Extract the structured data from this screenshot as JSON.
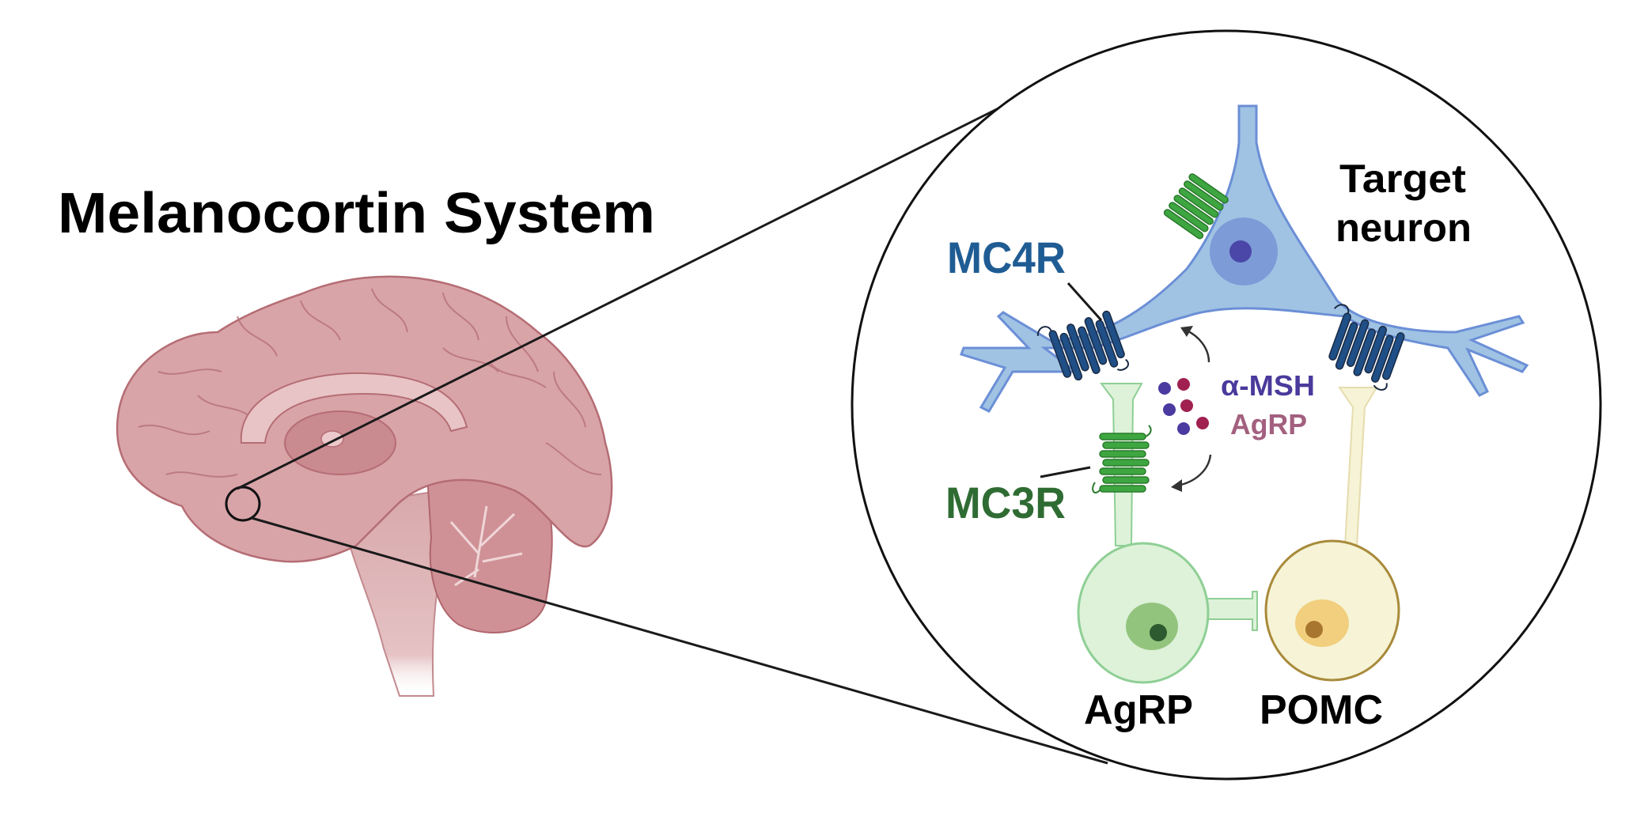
{
  "title": "Melanocortin System",
  "labels": {
    "mc4r": "MC4R",
    "mc3r": "MC3R",
    "target_line1": "Target",
    "target_line2": "neuron",
    "alpha_msh": "α-MSH",
    "agrp_peptide": "AgRP",
    "agrp_neuron": "AgRP",
    "pomc_neuron": "POMC"
  },
  "colors": {
    "mc4r_text": "#1f5c94",
    "mc3r_text": "#2f6c33",
    "alpha_msh_text": "#4b3a9c",
    "agrp_peptide_text": "#a3607f",
    "target_neuron_fill": "#a0c3e4",
    "target_neuron_outline": "#6b8fd6",
    "target_nucleus": "#7d9bd6",
    "target_nucleolus": "#4a47a8",
    "mc4r_receptor": "#1f4f86",
    "mc3r_receptor": "#3ea640",
    "agrp_neuron_fill": "#ddf2d9",
    "agrp_neuron_outline": "#8fcf95",
    "agrp_nucleus": "#93c47d",
    "agrp_nucleolus": "#2d5a2e",
    "pomc_neuron_fill": "#f6f3d6",
    "pomc_neuron_outline": "#a88a3a",
    "pomc_nucleus": "#f1cf7e",
    "pomc_nucleolus": "#a8762f",
    "alpha_msh_dot": "#4b3aa0",
    "agrp_dot": "#a0204f",
    "brain_fill": "#d7a3a6",
    "brain_dark": "#c27f85",
    "brain_light": "#e9c3c5",
    "brain_outline": "#b0666d"
  }
}
